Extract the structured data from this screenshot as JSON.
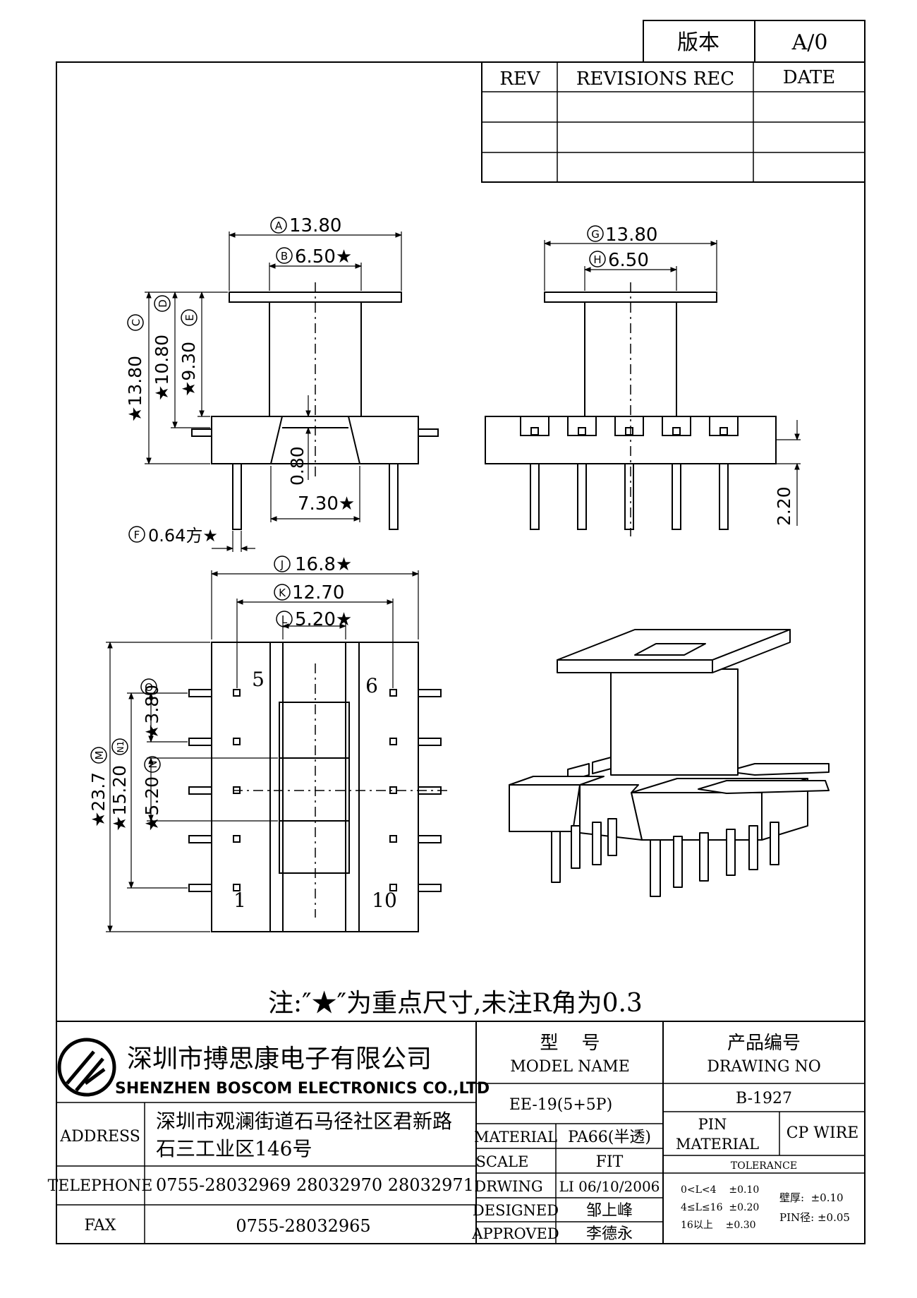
{
  "version": {
    "label": "版本",
    "value": "A/0"
  },
  "revisions": {
    "headers": [
      "REV",
      "REVISIONS REC",
      "DATE"
    ],
    "rows": [
      [
        "",
        "",
        ""
      ],
      [
        "",
        "",
        ""
      ],
      [
        "",
        "",
        ""
      ]
    ]
  },
  "dims": {
    "A": "A",
    "A_val": "13.80",
    "B": "B",
    "B_val": "6.50★",
    "C": "C",
    "C_val": "★13.80",
    "D": "D",
    "D_val": "★10.80",
    "E": "E",
    "E_val": "★9.30",
    "F": "F",
    "F_val": "0.64方★",
    "G": "G",
    "G_val": "13.80",
    "H": "H",
    "H_val": "6.50",
    "J": "J",
    "J_val": "16.8★",
    "K": "K",
    "K_val": "12.70",
    "L": "L",
    "L_val": "5.20★",
    "M": "M",
    "M_val": "★23.7",
    "N1": "N1",
    "N1_val": "★15.20",
    "N": "N",
    "N_val": "★5.20",
    "O": "O",
    "O_val": "★3.80",
    "d080": "0.80",
    "d730": "7.30★",
    "d220": "2.20"
  },
  "pins": {
    "p5": "5",
    "p6": "6",
    "p1": "1",
    "p10": "10"
  },
  "note": "注:″★″为重点尺寸,未注R角为0.3",
  "company": {
    "name_cn": "深圳市搏思康电子有限公司",
    "name_en": "SHENZHEN BOSCOM ELECTRONICS CO.,LTD",
    "address_label": "ADDRESS",
    "address_line1": "深圳市观澜街道石马径社区君新路",
    "address_line2": "石三工业区146号",
    "telephone_label": "TELEPHONE",
    "telephone": "0755-28032969 28032970 28032971",
    "fax_label": "FAX",
    "fax": "0755-28032965"
  },
  "model": {
    "label_cn": "型    号",
    "label_en": "MODEL NAME",
    "value": "EE-19(5+5P)"
  },
  "drawing_no": {
    "label_cn": "产品编号",
    "label_en": "DRAWING NO",
    "value": "B-1927"
  },
  "specs": [
    {
      "label": "MATERIAL",
      "value": "PA66(半透)"
    },
    {
      "label": "SCALE",
      "value": "FIT"
    },
    {
      "label": "DRWING",
      "value": "LI 06/10/2006"
    },
    {
      "label": "DESIGNED",
      "value": "邹上峰"
    },
    {
      "label": "APPROVED",
      "value": "李德永"
    }
  ],
  "pin_material": {
    "label1": "PIN",
    "label2": "MATERIAL",
    "value": "CP WIRE"
  },
  "tolerance": {
    "label": "TOLERANCE",
    "r1": "0<L<4    ±0.10",
    "r2": "4≤L≤16  ±0.20",
    "r3": "16以上    ±0.30",
    "wall": "壁厚:  ±0.10",
    "pin": "PIN径: ±0.05"
  }
}
